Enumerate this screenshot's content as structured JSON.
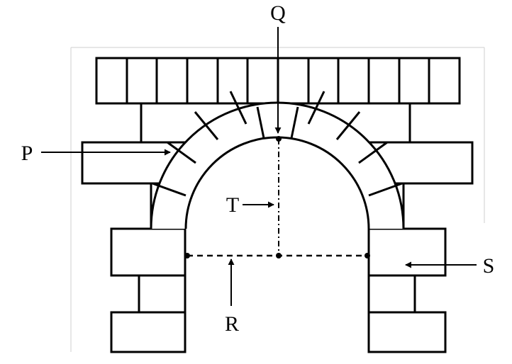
{
  "labels": {
    "p": "P",
    "q": "Q",
    "r": "R",
    "s": "S",
    "t": "T"
  },
  "colors": {
    "ink": "#000000",
    "background": "#ffffff",
    "frame": "#cfcfcf"
  }
}
